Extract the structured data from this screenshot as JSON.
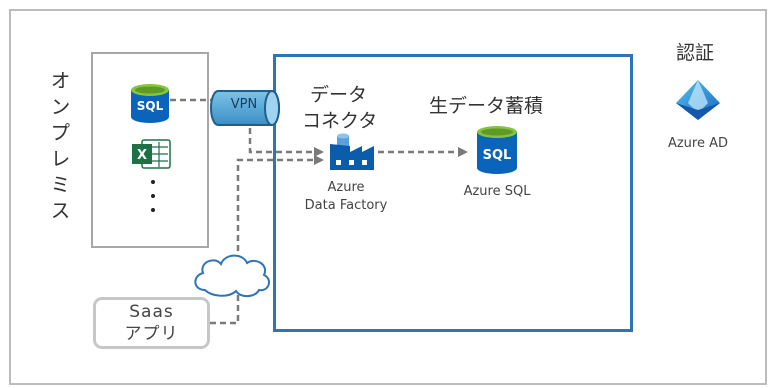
{
  "diagram": {
    "on_premise_label": "オンプレミス",
    "vpn_label": "VPN",
    "connector_label": [
      "データ",
      "コネクタ"
    ],
    "raw_storage_label": "生データ蓄積",
    "auth_label": "認証",
    "factory_label": [
      "Azure",
      "Data Factory"
    ],
    "azure_sql_label": "Azure SQL",
    "azure_ad_label": "Azure AD",
    "saas_label": [
      "Saas",
      "アプリ"
    ],
    "sql_icon_text": "SQL",
    "excel_icon_text": "X"
  },
  "colors": {
    "azure_border": "#2e75b6",
    "gray_border": "#a7a7a7",
    "arrow": "#7a7a7a",
    "sql_blue": "#0a64bb",
    "sql_green": "#86c440",
    "excel_green": "#1e7145",
    "vpn_fill": "#5aa8d8",
    "azure_ad_blue": "#1f7fd1"
  }
}
